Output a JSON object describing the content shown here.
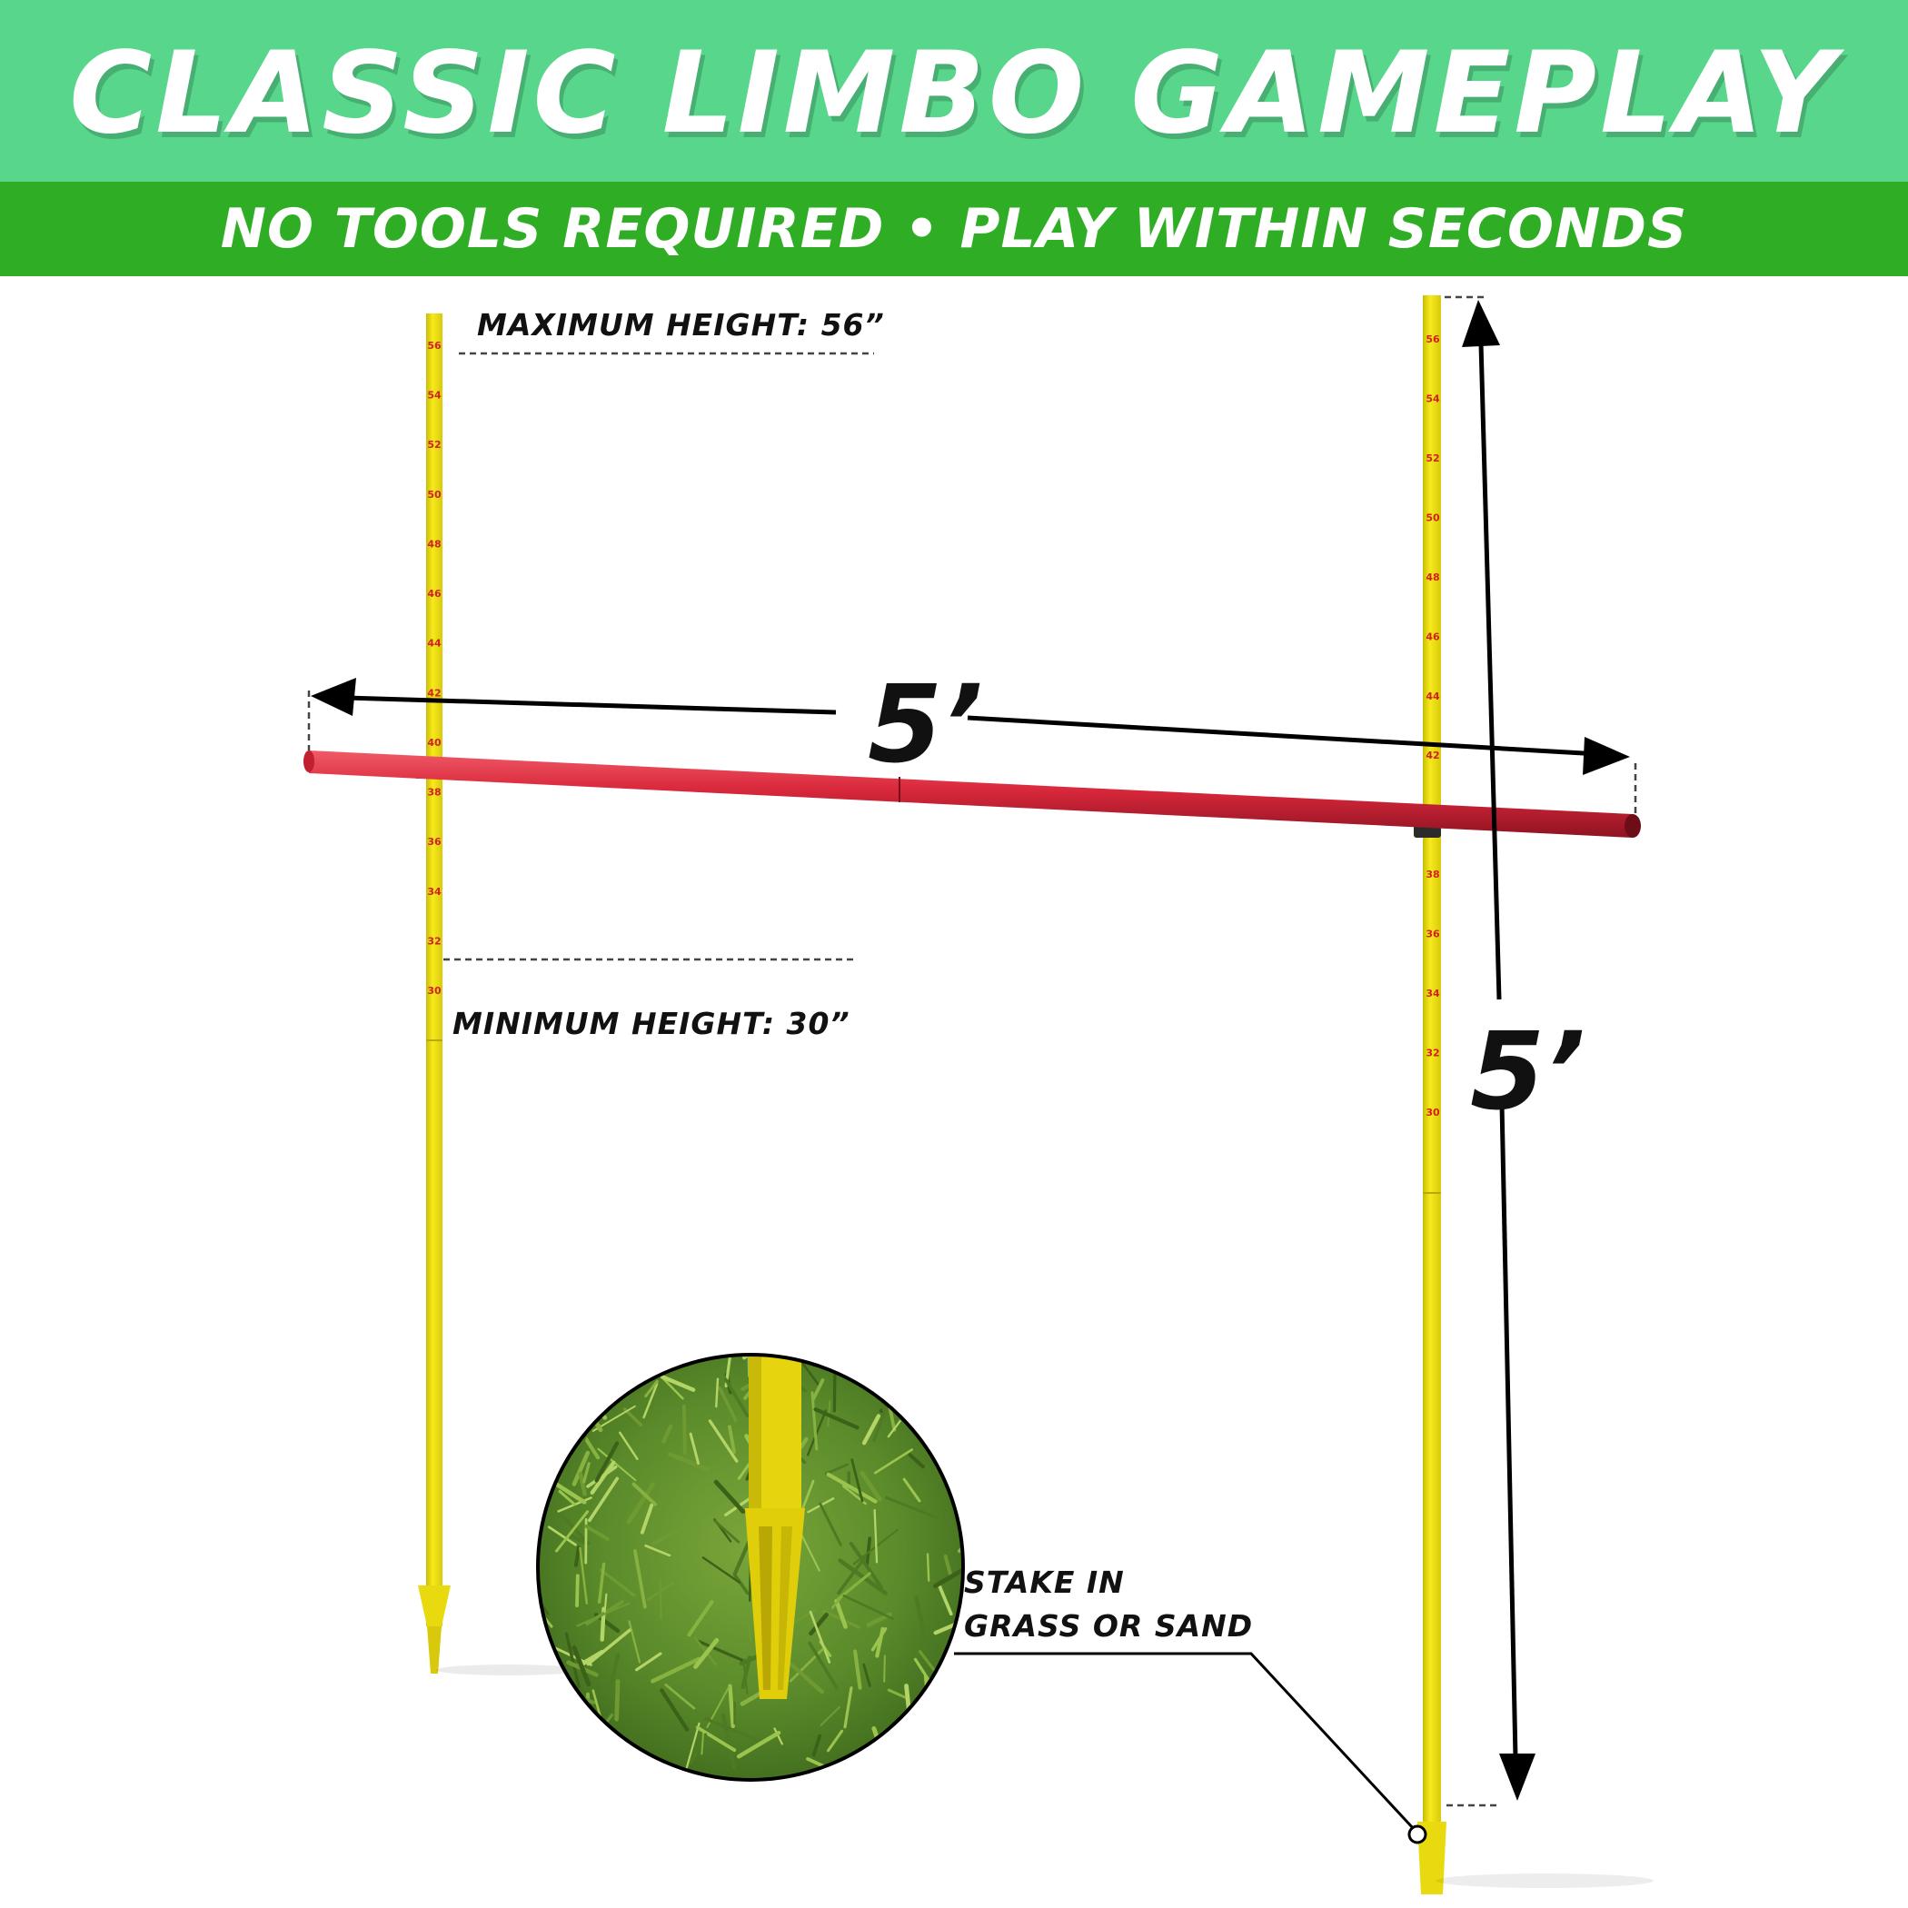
{
  "header": {
    "title": "CLASSIC LIMBO GAMEPLAY",
    "subtitle": "NO TOOLS REQUIRED • PLAY WITHIN SECONDS"
  },
  "labels": {
    "max_height": "MAXIMUM HEIGHT: 56”",
    "min_height": "MINIMUM HEIGHT: 30”",
    "stake_line1": "STAKE IN",
    "stake_line2": "GRASS OR SAND",
    "width_dim": "5’",
    "height_dim": "5’"
  },
  "pole_scale": {
    "marks": [
      "56",
      "54",
      "52",
      "50",
      "48",
      "46",
      "44",
      "42",
      "40",
      "38",
      "36",
      "34",
      "32",
      "30"
    ]
  },
  "colors": {
    "banner_light": "#58d68b",
    "banner_dark": "#2fae25",
    "pole_yellow": "#f3e313",
    "bar_red": "#d9283b",
    "scale_red": "#d32020"
  }
}
